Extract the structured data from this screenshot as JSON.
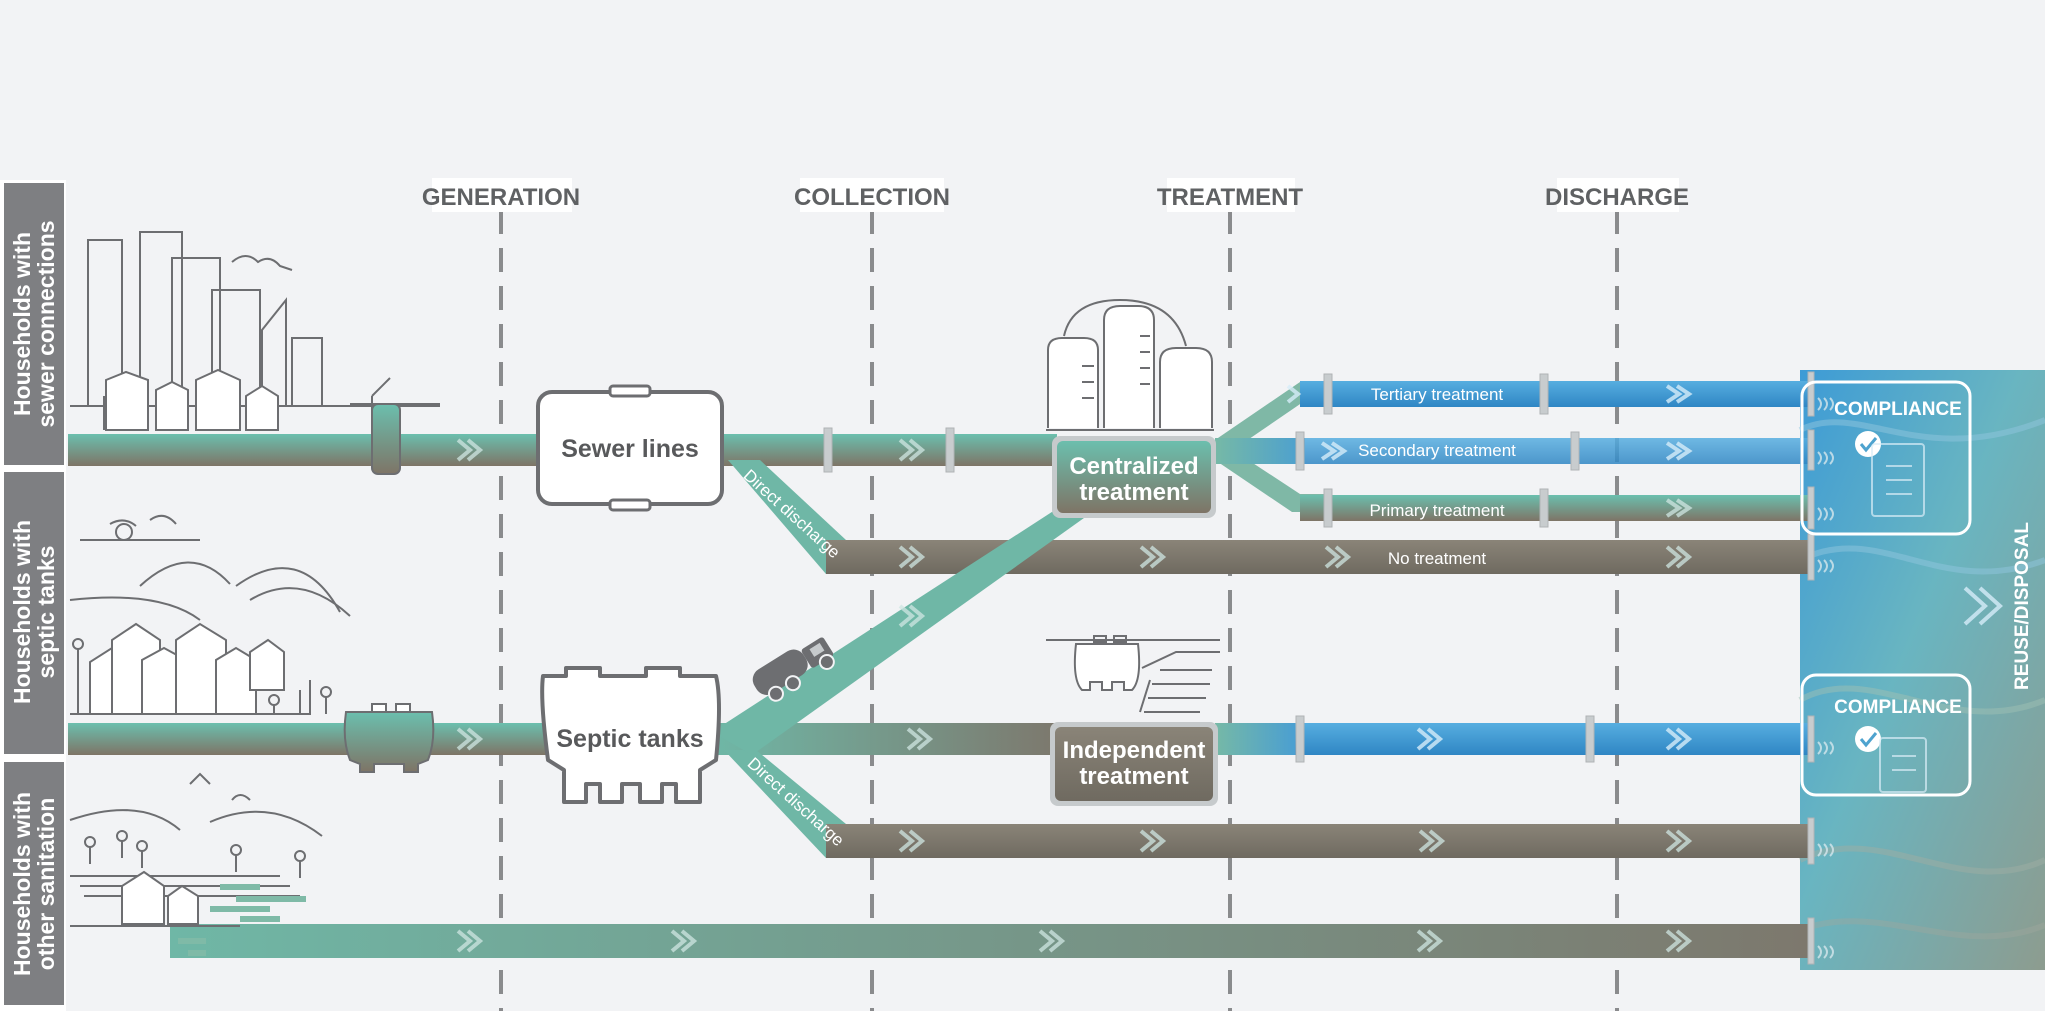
{
  "stages": [
    "GENERATION",
    "COLLECTION",
    "TREATMENT",
    "DISCHARGE"
  ],
  "households": {
    "sewer": [
      "Households with",
      "sewer connections"
    ],
    "septic": [
      "Households with",
      "septic tanks"
    ],
    "other": [
      "Households with",
      "other sanitation"
    ]
  },
  "boxes": {
    "sewer_lines": "Sewer lines",
    "septic_tanks": "Septic tanks",
    "centralized": [
      "Centralized",
      "treatment"
    ],
    "independent": [
      "Independent",
      "treatment"
    ]
  },
  "pipes": {
    "tertiary": "Tertiary treatment",
    "secondary": "Secondary treatment",
    "primary": "Primary treatment",
    "none": "No treatment",
    "direct1": "Direct discharge",
    "direct2": "Direct discharge"
  },
  "compliance": [
    "COMPLIANCE",
    "COMPLIANCE"
  ],
  "outlet": "REUSE/DISPOSAL",
  "colors": {
    "teal": "#6fb3a6",
    "grey_pipe": "#7f7a6e",
    "blue": "#3a98d4",
    "panel": "#7e7f82",
    "water": "#5aa8c9"
  }
}
